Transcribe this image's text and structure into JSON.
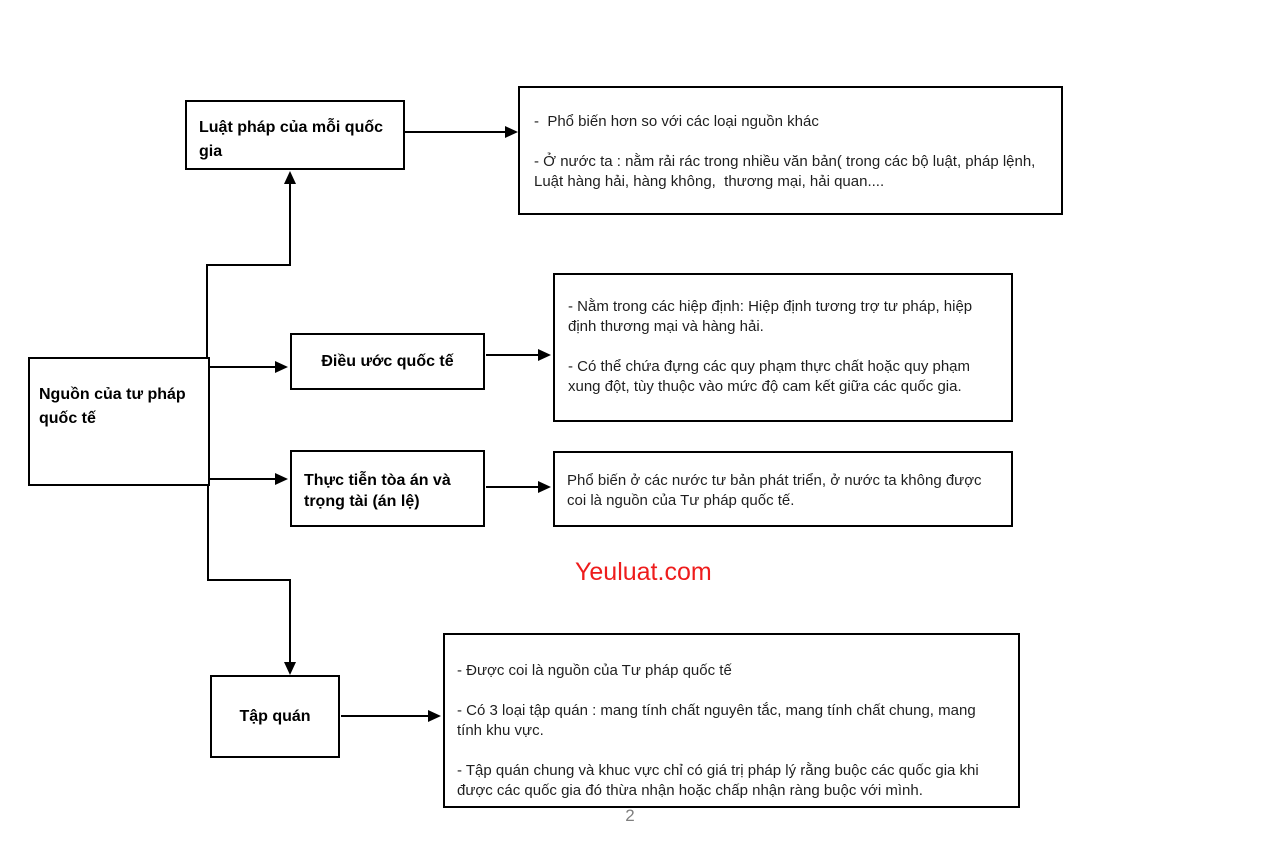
{
  "page": {
    "watermark": "Yeuluat.com",
    "page_number": "2",
    "colors": {
      "watermark_red": "#ee1c1c",
      "line_black": "#000000",
      "page_number_gray": "#7f7f7f"
    }
  },
  "diagram": {
    "root": {
      "label": "Nguồn của tư pháp quốc tế"
    },
    "branches": {
      "national_law": {
        "label": "Luật pháp của mỗi quốc gia",
        "desc_p1": "-  Phổ biến hơn so với các loại nguồn khác",
        "desc_p2": "- Ở nước ta : nằm rải rác trong nhiều văn bản( trong các bộ luật, pháp lệnh, Luật hàng hải, hàng không,  thương mại, hải quan...."
      },
      "treaties": {
        "label": "Điều ước quốc tế",
        "desc_p1": "- Nằm trong các hiệp định: Hiệp định tương trợ tư pháp, hiệp định thương mại và hàng hải.",
        "desc_p2": "- Có thể chứa đựng các quy phạm thực chất hoặc quy phạm xung đột, tùy thuộc vào mức độ cam kết giữa các quốc gia."
      },
      "court_practice": {
        "label": "Thực tiễn tòa án và trọng tài (án lệ)",
        "desc_p1": "Phổ biến ở các nước tư bản phát triển, ở nước ta không được coi là nguồn của Tư pháp quốc tế."
      },
      "customs": {
        "label": "Tập quán",
        "desc_p1": "- Được coi là nguồn của Tư pháp quốc tế",
        "desc_p2": "- Có 3 loại tập quán : mang tính chất nguyên tắc, mang tính chất chung, mang tính khu vực.",
        "desc_p3": "- Tập quán chung và khuc vực chỉ có giá trị pháp lý rằng buộc các quốc gia khi được các quốc gia đó thừa nhận hoặc chấp nhận ràng buộc với mình."
      }
    }
  }
}
